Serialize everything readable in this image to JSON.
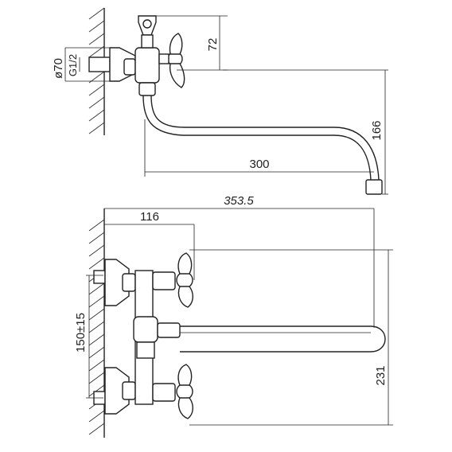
{
  "dimensions": {
    "top_handle_height": "72",
    "top_spout_drop": "166",
    "top_spout_length": "300",
    "top_diameter": "ø70",
    "top_thread": "G1/2",
    "bottom_total_length": "353.5",
    "bottom_body_offset": "116",
    "bottom_center_distance": "150±15",
    "bottom_height": "231"
  },
  "colors": {
    "stroke": "#222222",
    "background": "#ffffff"
  }
}
